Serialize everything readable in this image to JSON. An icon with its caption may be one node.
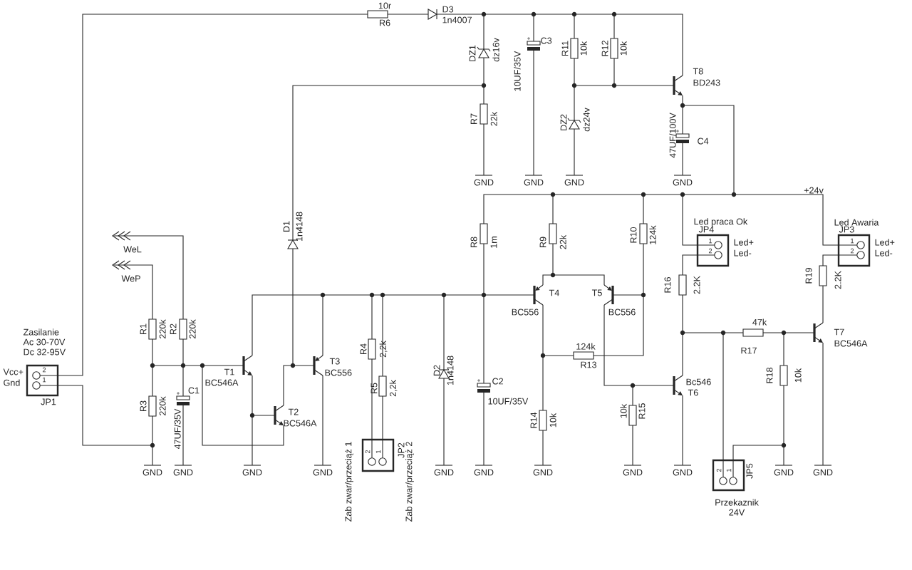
{
  "diagram": {
    "labels": [
      "10r",
      "D3",
      "R6",
      "1n4007",
      "DZ1",
      "dz16v",
      "C3",
      "R11",
      "10k",
      "R12",
      "10k",
      "T8",
      "BD243",
      "10UF/35V",
      "R7",
      "22k",
      "DZ2",
      "dz24v",
      "47UF/100V",
      "C4",
      "GND",
      "GND",
      "GND",
      "GND",
      "+24v",
      "Led praca Ok",
      "JP4",
      "Led Awaria",
      "JP3",
      "1",
      "Led+",
      "1",
      "Led+",
      "2",
      "Led-",
      "2",
      "Led-",
      "WeL",
      "R8",
      "1m",
      "R9",
      "22k",
      "R10",
      "124k",
      "D1",
      "1n4148",
      "WeP",
      "R16",
      "2.2K",
      "R19",
      "2.2K",
      "T4",
      "T5",
      "BC556",
      "BC556",
      "Zasilanie",
      "R1",
      "220k",
      "R2",
      "220k",
      "47k",
      "T7",
      "Ac 30-70V",
      "BC546A",
      "Dc 32-95V",
      "R4",
      "2,2k",
      "124k",
      "R17",
      "T3",
      "R13",
      "D2",
      "1n4148",
      "Vcc+",
      "2",
      "T1",
      "BC556",
      "R18",
      "10k",
      "Gnd",
      "1",
      "BC546A",
      "C2",
      "Bc546",
      "JP1",
      "C1",
      "R5",
      "2,2k",
      "T6",
      "10UF/35V",
      "R3",
      "220k",
      "T2",
      "10k",
      "R15",
      "R14",
      "10k",
      "BC546A",
      "47UF/35V",
      "2",
      "1",
      "JP2",
      "2",
      "1",
      "JP5",
      "GND",
      "GND",
      "GND",
      "GND",
      "GND",
      "GND",
      "GND",
      "GND",
      "GND",
      "GND",
      "GND",
      "Zab zwar/przeciąż 1",
      "Zab zwar/przeciąż 2",
      "Przekaznik",
      "24V"
    ]
  }
}
